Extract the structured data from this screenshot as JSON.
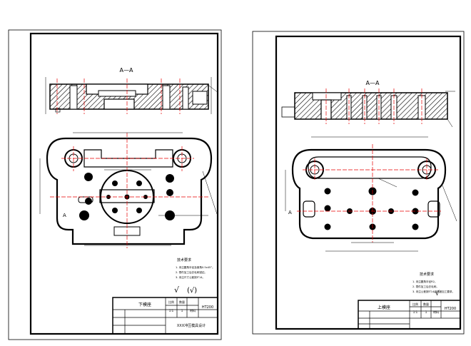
{
  "sheets": [
    {
      "section_label": "A—A",
      "view_marker": "A",
      "notes_title": "技术要求",
      "notes": [
        "1. 未注圆角半径及倒角0.5x45°。",
        "2. 零件加工后去毛刺锐边。",
        "3. 未注尺寸公差按IT14。"
      ],
      "roughness": "√",
      "title_block": {
        "part_name": "下模座",
        "material": "HT200",
        "drawing_name": "XXX冲压模具设计",
        "scale": "1:1",
        "sheet": "1",
        "field_a": "比例",
        "field_b": "数量",
        "field_c": "材料"
      }
    },
    {
      "section_label": "A—A",
      "view_marker": "A",
      "notes_title": "技术要求",
      "notes": [
        "1. 未注圆角半径R2。",
        "2. 零件加工后去毛刺。",
        "3. 未注公差按IT14级精度加工要求。"
      ],
      "roughness": "√",
      "title_block": {
        "part_name": "上模座",
        "material": "HT200",
        "drawing_name": "",
        "scale": "1:1",
        "sheet": "1",
        "field_a": "比例",
        "field_b": "数量",
        "field_c": "材料"
      }
    }
  ],
  "colors": {
    "outline": "#000000",
    "centerline": "#e60000",
    "dimension": "#000000"
  }
}
